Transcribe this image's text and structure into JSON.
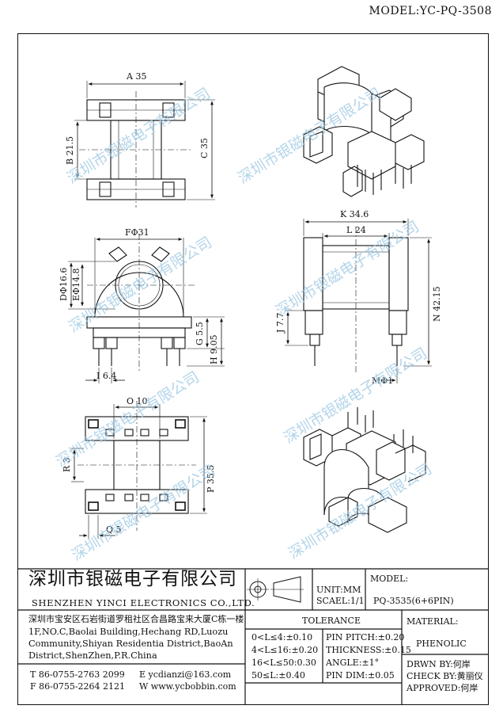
{
  "header": {
    "model_label": "MODEL:YC-PQ-3508"
  },
  "dimensions": {
    "a": "A 35",
    "b": "B 21.5",
    "c": "C 35",
    "d": "DΦ16.6",
    "e": "EΦ14.8",
    "f": "FΦ31",
    "g": "G 5.5",
    "h": "H 9.05",
    "i": "I 6.4",
    "j": "J 7.7",
    "k": "K 34.6",
    "l": "L 24",
    "m": "MΦ1",
    "n": "N 42.15",
    "o": "O 10",
    "p": "P 35.5",
    "q": "Q 5",
    "r": "R 3"
  },
  "watermark": "深圳市银磁电子有限公司",
  "company": {
    "name_cn": "深圳市银磁电子有限公司",
    "name_en": "SHENZHEN YINCI ELECTRONICS CO.,LTD.",
    "address_cn": "深圳市宝安区石岩街道罗租社区合昌路宝来大厦C栋一楼",
    "address_en": [
      "1F,NO.C,Baolai Building,Hechang RD,Luozu",
      "Community,Shiyan Residentia District,BaoAn",
      "District,ShenZhen,P.R.China"
    ],
    "tel": "T 86-0755-2763 2099",
    "fax": "F 86-0755-2264 2121",
    "email": "E ycdianzi@163.com",
    "web": "W www.ycbobbin.com"
  },
  "title_block": {
    "unit": "UNIT:MM",
    "scale": "SCAEL:1/1",
    "model_label": "MODEL:",
    "model_value": "PQ-3535(6+6PIN)",
    "tolerance_label": "TOLERANCE",
    "tolerance_left": [
      "0<L≤4:±0.10",
      "4<L≤16:±0.20",
      "16<L≤50:0.30",
      "50≤L:±0.40"
    ],
    "tolerance_right": [
      "PIN PITCH:±0.20",
      "THICKNESS:±0.15",
      "ANGLE:±1°",
      "PIN DIM:±0.05"
    ],
    "material_label": "MATERIAL:",
    "material_value": "PHENOLIC",
    "drawn_by": "DRWN BY:何岸",
    "check_by": "CHECK BY:黄丽仪",
    "approved": "APPROVED:何岸"
  }
}
